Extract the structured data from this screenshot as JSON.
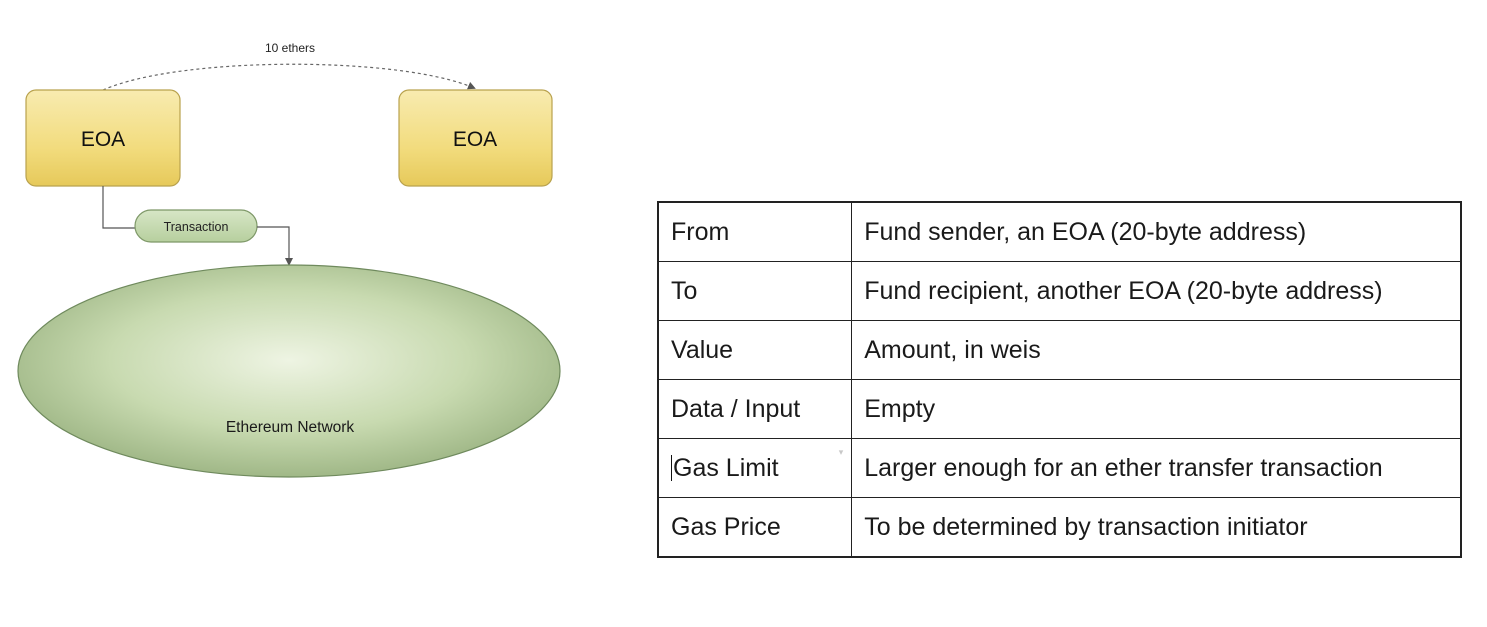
{
  "diagram": {
    "transfer_label": "10 ethers",
    "sender_label": "EOA",
    "recipient_label": "EOA",
    "transaction_label": "Transaction",
    "network_label": "Ethereum Network",
    "colors": {
      "eoa_fill": "#f2dc7e",
      "eoa_border": "#b9a24e",
      "transaction_fill": "#c5d9ae",
      "network_fill": "#b6cd9c",
      "network_border": "#6f8a5d"
    }
  },
  "table": {
    "rows": [
      {
        "field": "From",
        "description": "Fund sender, an EOA (20-byte address)"
      },
      {
        "field": "To",
        "description": "Fund recipient, another EOA (20-byte address)"
      },
      {
        "field": "Value",
        "description": "Amount, in weis"
      },
      {
        "field": "Data / Input",
        "description": "Empty"
      },
      {
        "field": "Gas Limit",
        "description": "Larger enough for an ether transfer transaction"
      },
      {
        "field": "Gas Price",
        "description": "To be determined by transaction initiator"
      }
    ]
  }
}
